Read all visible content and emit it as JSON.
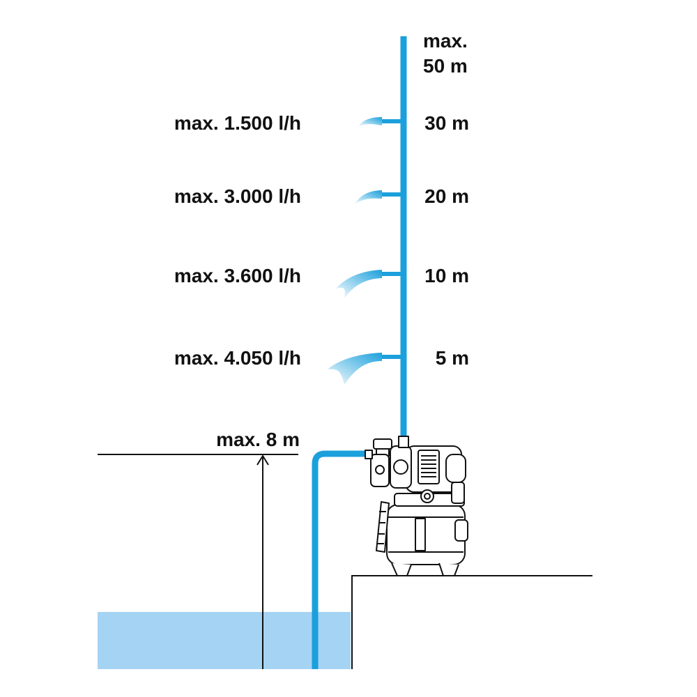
{
  "pipe_color": "#1ba0dc",
  "water_color": "#a5d3f4",
  "labels": {
    "top_max": "max.",
    "top_height": "50 m",
    "suction": "max. 8 m"
  },
  "levels": [
    {
      "flow": "max. 1.500 l/h",
      "height": "30 m"
    },
    {
      "flow": "max. 3.000 l/h",
      "height": "20 m"
    },
    {
      "flow": "max. 3.600 l/h",
      "height": "10 m"
    },
    {
      "flow": "max. 4.050 l/h",
      "height": "5 m"
    }
  ]
}
